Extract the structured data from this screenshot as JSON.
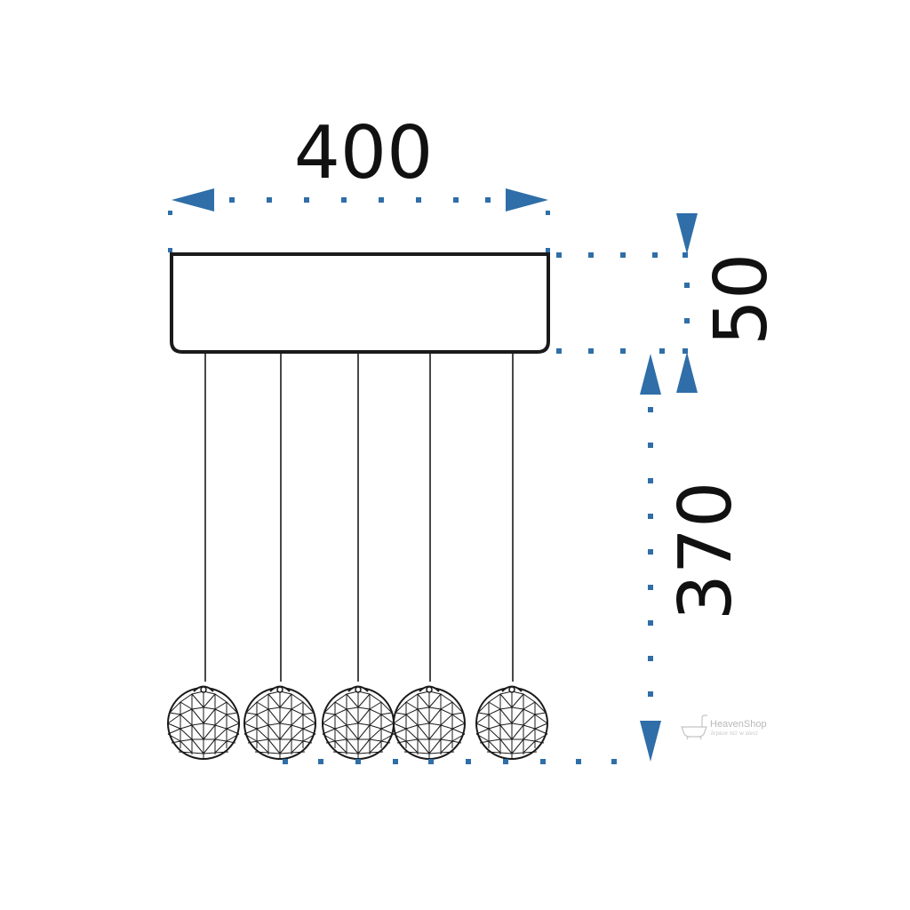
{
  "dimensions": {
    "width": "400",
    "base_height": "50",
    "drop_height": "370"
  },
  "watermark": {
    "brand": "HeavenShop",
    "tagline": "lepsze niż w sieci"
  },
  "pendant_count": 5,
  "colors": {
    "dimension_arrow": "#2f6ea8",
    "outline": "#1a1a1a",
    "watermark": "#c4c4c4"
  }
}
